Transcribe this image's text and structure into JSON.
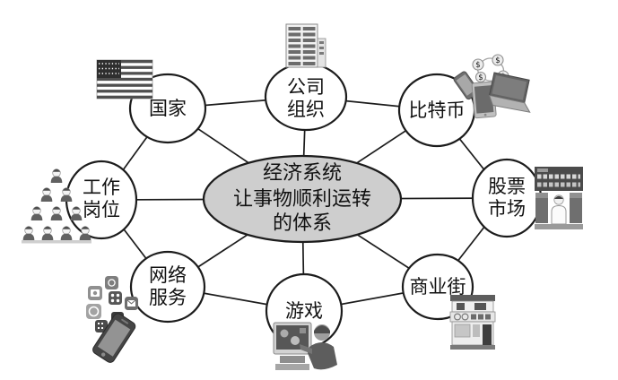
{
  "figure": {
    "description": "经济系统概念图",
    "colors": {
      "background": "#ffffff",
      "stroke": "#1c1c1c",
      "text": "#111111",
      "center_fill": "#cecece",
      "node_fill": "#ffffff"
    },
    "center": {
      "label_lines": [
        "经济系统",
        "让事物顺利运转",
        "的体系"
      ],
      "fill_color": "#cecece"
    },
    "nodes": [
      {
        "id": "country",
        "label_lines": [
          "国家"
        ],
        "icon": "us-flag-icon"
      },
      {
        "id": "company-organization",
        "label_lines": [
          "公司",
          "组织"
        ],
        "icon": "office-building-icon"
      },
      {
        "id": "bitcoin",
        "label_lines": [
          "比特币"
        ],
        "icon": "bitcoin-devices-icon"
      },
      {
        "id": "stock-market",
        "label_lines": [
          "股票",
          "市场"
        ],
        "icon": "stock-exchange-icon"
      },
      {
        "id": "shopping-street",
        "label_lines": [
          "商业街"
        ],
        "icon": "storefront-icon"
      },
      {
        "id": "game",
        "label_lines": [
          "游戏"
        ],
        "icon": "game-player-icon"
      },
      {
        "id": "network-services",
        "label_lines": [
          "网络",
          "服务"
        ],
        "icon": "mobile-apps-icon"
      },
      {
        "id": "job-positions",
        "label_lines": [
          "工作",
          "岗位"
        ],
        "icon": "people-pyramid-icon"
      }
    ],
    "coin_symbol": "$"
  }
}
